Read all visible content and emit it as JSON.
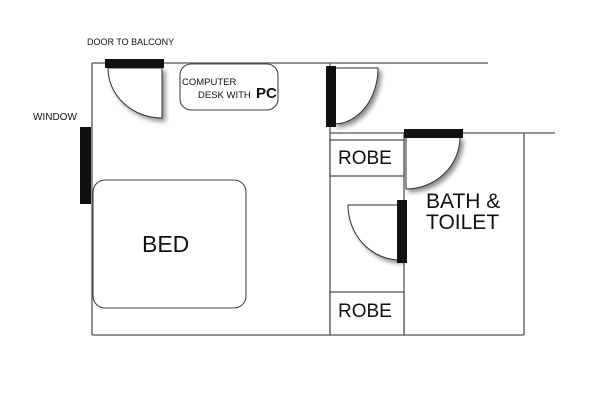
{
  "labels": {
    "door_to_balcony": "DOOR TO BALCONY",
    "window": "WINDOW",
    "desk_line1": "COMPUTER",
    "desk_line2": "DESK WITH",
    "desk_pc": "PC",
    "bed": "BED",
    "robe_top": "ROBE",
    "robe_bottom": "ROBE",
    "bath_line1": "BATH &",
    "bath_line2": "TOILET"
  },
  "colors": {
    "wall": "#555555",
    "opening": "#111111",
    "door_panel": "#ffffff"
  }
}
